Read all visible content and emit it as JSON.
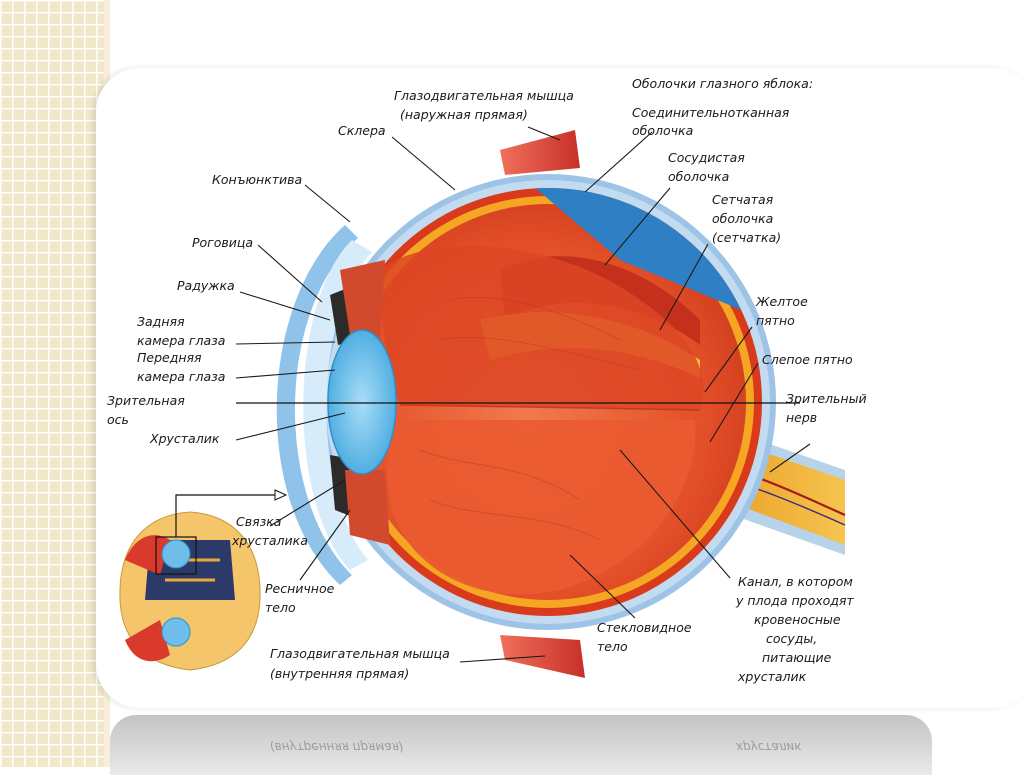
{
  "labels": {
    "muscle_outer": [
      "Глазодвигательная мышца",
      "(наружная прямая)"
    ],
    "sclera": "Склера",
    "conjunctiva": "Конъюнктива",
    "cornea": "Роговица",
    "iris": "Радужка",
    "posterior_chamber": [
      "Задняя",
      "камера глаза"
    ],
    "anterior_chamber": [
      "Передняя",
      "камера глаза"
    ],
    "visual_axis": [
      "Зрительная",
      "ось"
    ],
    "lens": "Хрусталик",
    "zonule": [
      "Связка",
      "хрусталика"
    ],
    "ciliary_body": [
      "Ресничное",
      "тело"
    ],
    "muscle_inner": [
      "Глазодвигательная мышца",
      "(внутренняя прямая)"
    ],
    "membranes_title": "Оболочки глазного яблока:",
    "fibrous": [
      "Соединительнотканная",
      "оболочка"
    ],
    "choroid": [
      "Сосудистая",
      "оболочка"
    ],
    "retina": [
      "Сетчатая",
      "оболочка",
      "(сетчатка)"
    ],
    "macula": [
      "Желтое",
      "пятно"
    ],
    "blind_spot": "Слепое пятно",
    "optic_nerve": [
      "Зрительный",
      "нерв"
    ],
    "vitreous": [
      "Стекловидное",
      "тело"
    ],
    "canal": [
      "Канал, в котором",
      "у плода проходят",
      "кровеносные",
      "сосуды,",
      "питающие",
      "хрусталик"
    ]
  },
  "reflection_text": {
    "left": "(внутренняя прямая)",
    "right": "хрусталик"
  },
  "colors": {
    "sclera": "#9dc3e6",
    "choroid": "#d93a1c",
    "retina": "#f5a623",
    "vitreous": "#e8542e",
    "lens": "#5fb7e8",
    "cornea": "#bfe0f7",
    "optic_nerve": "#f2b53c",
    "muscle": "#d8423a"
  }
}
